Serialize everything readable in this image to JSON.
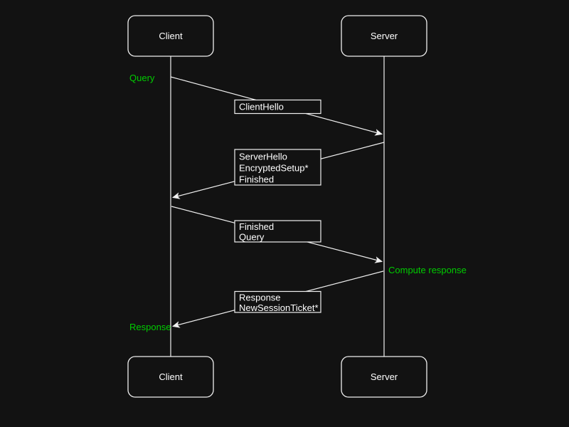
{
  "diagram": {
    "type": "sequence-diagram",
    "actors": {
      "client": "Client",
      "server": "Server"
    },
    "annotations": {
      "query": "Query",
      "compute_response": "Compute response",
      "response": "Response"
    },
    "messages": [
      {
        "from": "Client",
        "to": "Server",
        "lines": [
          {
            "text": "ClientHello",
            "color": "#ffffff"
          }
        ]
      },
      {
        "from": "Server",
        "to": "Client",
        "lines": [
          {
            "text": "ServerHello",
            "color": "#ffffff"
          },
          {
            "text": "EncryptedSetup*",
            "color": "#ffffff"
          },
          {
            "text": "Finished",
            "color": "#ffffff"
          }
        ]
      },
      {
        "from": "Client",
        "to": "Server",
        "lines": [
          {
            "text": "Finished",
            "color": "#ffffff"
          },
          {
            "text": "Query",
            "color": "#00cc00"
          }
        ]
      },
      {
        "from": "Server",
        "to": "Client",
        "lines": [
          {
            "text": "Response",
            "color": "#00cc00"
          },
          {
            "text": "NewSessionTicket*",
            "color": "#ffffff"
          }
        ]
      }
    ],
    "colors": {
      "background": "#121212",
      "box_fill": "#121212",
      "line": "#f0f0f0",
      "text": "#ffffff",
      "accent_green": "#00cc00"
    }
  }
}
